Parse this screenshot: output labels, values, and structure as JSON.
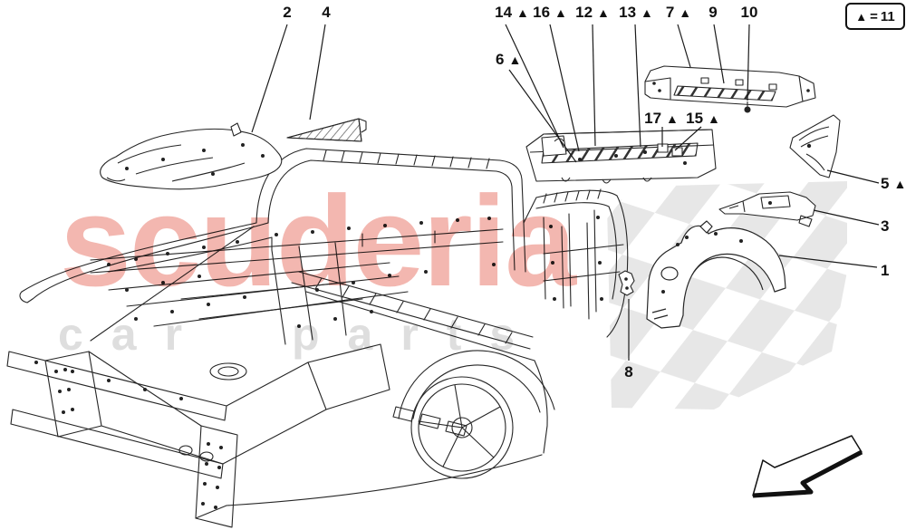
{
  "legend": {
    "marker": "▲",
    "equals": "=",
    "value": "11"
  },
  "watermark": {
    "title": "scuderia",
    "subtitle": "car parts"
  },
  "callouts": [
    {
      "id": "2",
      "label": "2",
      "marker": ""
    },
    {
      "id": "4",
      "label": "4",
      "marker": ""
    },
    {
      "id": "14",
      "label": "14",
      "marker": "▲"
    },
    {
      "id": "16",
      "label": "16",
      "marker": "▲"
    },
    {
      "id": "12",
      "label": "12",
      "marker": "▲"
    },
    {
      "id": "13",
      "label": "13",
      "marker": "▲"
    },
    {
      "id": "7",
      "label": "7",
      "marker": "▲"
    },
    {
      "id": "9",
      "label": "9",
      "marker": ""
    },
    {
      "id": "10",
      "label": "10",
      "marker": ""
    },
    {
      "id": "6",
      "label": "6",
      "marker": "▲"
    },
    {
      "id": "17",
      "label": "17",
      "marker": "▲"
    },
    {
      "id": "15",
      "label": "15",
      "marker": "▲"
    },
    {
      "id": "5",
      "label": "5",
      "marker": "▲"
    },
    {
      "id": "3",
      "label": "3",
      "marker": ""
    },
    {
      "id": "1",
      "label": "1",
      "marker": ""
    },
    {
      "id": "8",
      "label": "8",
      "marker": ""
    }
  ],
  "colors": {
    "watermark_red": "#f3b7b0",
    "watermark_gray": "#dedede",
    "checker_gray": "#e4e4e4",
    "line": "#222222"
  }
}
